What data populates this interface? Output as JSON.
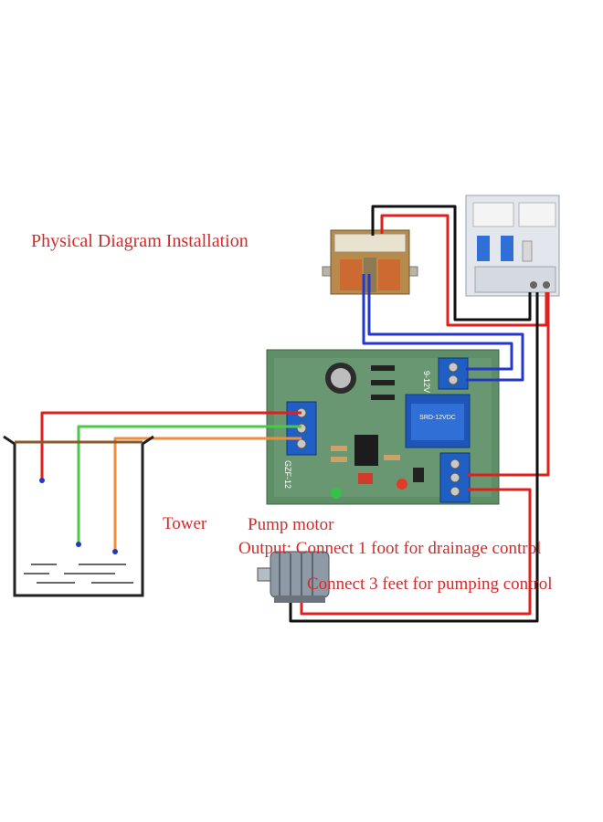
{
  "labels": {
    "title": "Physical Diagram Installation",
    "tower": "Tower",
    "pump_motor": "Pump motor",
    "output_line1": "Output: Connect 1 foot for drainage control",
    "output_line2": "Connect 3 feet for pumping control"
  },
  "board": {
    "input_marking": "9-12V",
    "relay_marking": "SRD-12VDC",
    "model_marking": "GZF-12"
  },
  "colors": {
    "wire_red": "#e0201e",
    "wire_black": "#111111",
    "wire_blue": "#2338c9",
    "wire_green": "#4ac84a",
    "wire_orange": "#ef8f3e",
    "wire_brown": "#8a5a2b",
    "label_red": "#d42a2a",
    "pcb_green": "#5e8e66"
  }
}
